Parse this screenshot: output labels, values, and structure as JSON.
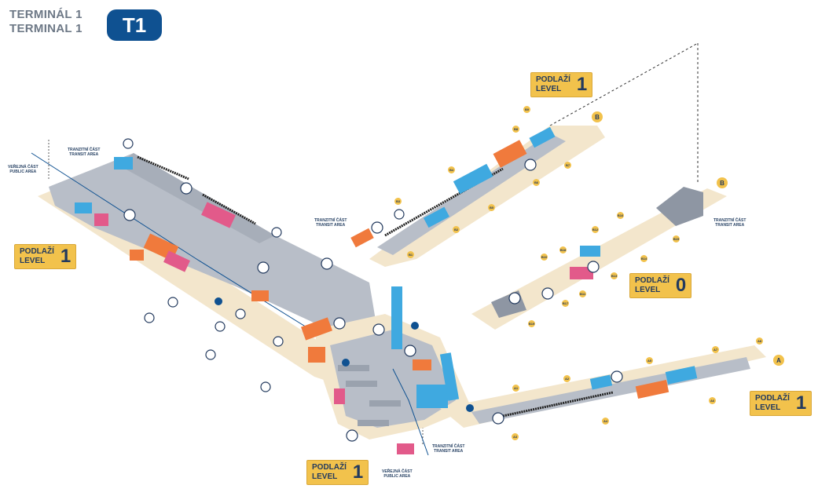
{
  "header": {
    "title_cz": "TERMINÁL 1",
    "title_en": "TERMINAL 1",
    "badge": "T1"
  },
  "levels": [
    {
      "id": "level-b-pier",
      "cz": "PODLAŽÍ",
      "en": "LEVEL",
      "num": "1"
    },
    {
      "id": "level-left",
      "cz": "PODLAŽÍ",
      "en": "LEVEL",
      "num": "1"
    },
    {
      "id": "level-c-pier",
      "cz": "PODLAŽÍ",
      "en": "LEVEL",
      "num": "0"
    },
    {
      "id": "level-a-pier",
      "cz": "PODLAŽÍ",
      "en": "LEVEL",
      "num": "1"
    },
    {
      "id": "level-bottom",
      "cz": "PODLAŽÍ",
      "en": "LEVEL",
      "num": "1"
    }
  ],
  "zones": {
    "transit_cz": "TRANZITNÍ ČÁST",
    "transit_en": "TRANSIT AREA",
    "public_cz": "VEŘEJNÁ ČÁST",
    "public_en": "PUBLIC AREA"
  },
  "pier_letters": {
    "b_upper": "B",
    "b_lower": "B",
    "a": "A"
  },
  "gates": {
    "b_upper": [
      "B9",
      "B8",
      "B7",
      "B6",
      "B5",
      "B4",
      "B3",
      "B2",
      "B1"
    ],
    "c": [
      "B19",
      "B18",
      "B17",
      "B16",
      "B15",
      "B14",
      "B13",
      "B12",
      "B11",
      "B10"
    ],
    "a": [
      "A1",
      "A2",
      "A3",
      "A4",
      "A5",
      "A6",
      "A7",
      "A8"
    ]
  },
  "colors": {
    "floor": "#f3e6cc",
    "building": "#b8bec8",
    "building_dark": "#8e96a3",
    "blue": "#3fa9e0",
    "orange": "#f07a3c",
    "pink": "#e25a8a",
    "navy": "#0f5191",
    "yellow": "#f2c24c"
  }
}
